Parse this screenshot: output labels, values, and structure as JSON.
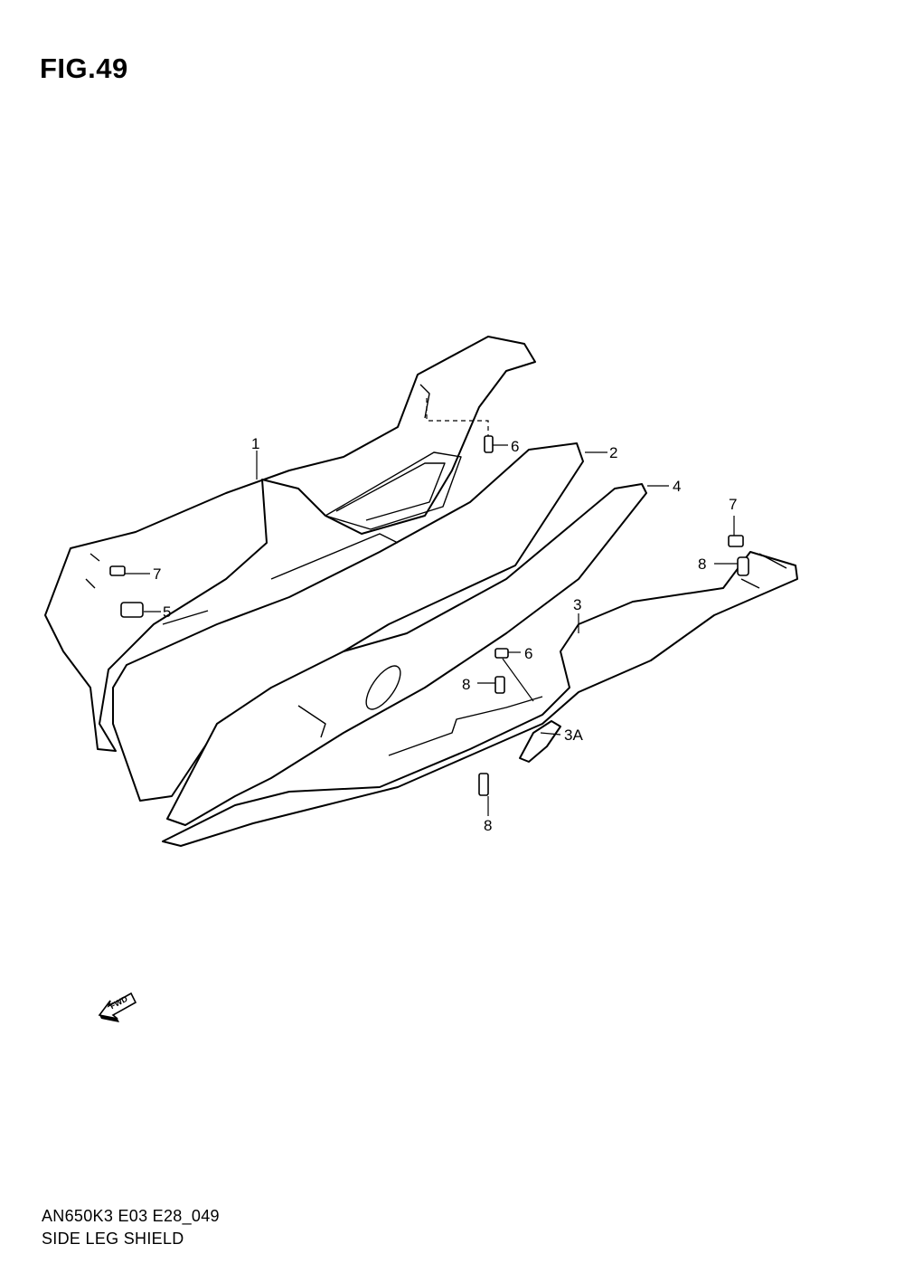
{
  "figure": {
    "title": "FIG.49",
    "model_code": "AN650K3 E03 E28_049",
    "name": "SIDE LEG SHIELD"
  },
  "callouts": {
    "c1": "1",
    "c2": "2",
    "c3": "3",
    "c3a": "3A",
    "c4": "4",
    "c5": "5",
    "c6a": "6",
    "c6b": "6",
    "c7a": "7",
    "c7b": "7",
    "c8a": "8",
    "c8b": "8",
    "c8c": "8"
  },
  "fwd_label": "FWD"
}
